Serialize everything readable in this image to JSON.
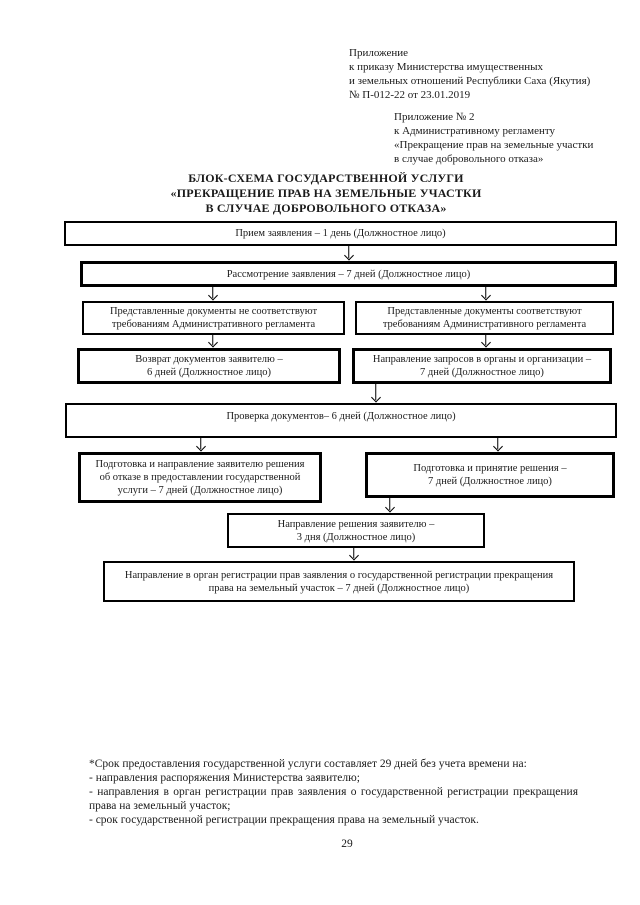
{
  "page_number": "29",
  "header": {
    "appendix_order": "Приложение\nк приказу Министерства имущественных\nи земельных отношений Республики Саха (Якутия)\n№ П-012-22 от 23.01.2019",
    "appendix_regulation": "Приложение № 2\nк Административному регламенту\n«Прекращение прав на земельные участки\nв случае добровольного отказа»"
  },
  "title": "БЛОК-СХЕМА ГОСУДАРСТВЕННОЙ УСЛУГИ\n«ПРЕКРАЩЕНИЕ ПРАВ НА ЗЕМЕЛЬНЫЕ УЧАСТКИ\nВ СЛУЧАЕ ДОБРОВОЛЬНОГО ОТКАЗА»",
  "flowchart": {
    "reception": "Прием заявления – 1 день (Должностное лицо)",
    "review": "Рассмотрение заявления – 7 дней (Должностное лицо)",
    "docs_noncompliant": "Представленные документы не соответствуют\nтребованиям Административного регламента",
    "docs_compliant": "Представленные документы соответствуют\nтребованиям Административного регламента",
    "return_docs": "Возврат документов заявителю –\n6 дней (Должностное лицо)",
    "send_requests": "Направление запросов в органы и организации –\n7 дней (Должностное лицо)",
    "check_docs": "Проверка документов– 6 дней (Должностное лицо)",
    "refusal_decision": "Подготовка и направление заявителю решения\nоб отказе в предоставлении государственной\nуслуги – 7 дней (Должностное лицо)",
    "prepare_decision": "Подготовка и принятие решения –\n7 дней (Должностное лицо)",
    "send_decision": "Направление решения заявителю –\n3 дня (Должностное лицо)",
    "registration": "Направление в орган регистрации прав заявления о государственной регистрации прекращения\nправа на земельный участок – 7 дней (Должностное лицо)"
  },
  "footnote": {
    "lines": [
      "*Срок предоставления государственной услуги составляет 29 дней без учета времени на:",
      "- направления распоряжения Министерства заявителю;",
      "- направления в орган регистрации прав заявления о государственной регистрации прекращения права на земельный участок;",
      "- срок государственной регистрации прекращения права на земельный участок."
    ]
  }
}
